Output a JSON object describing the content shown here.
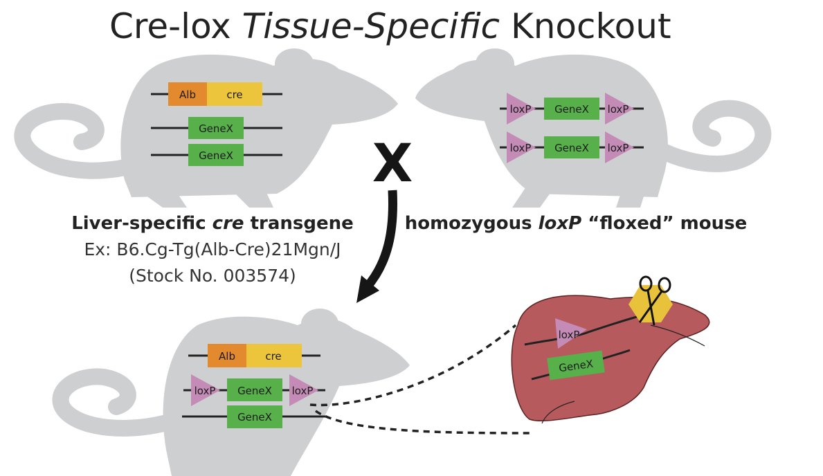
{
  "title": {
    "part1": "Cre-lox ",
    "italic": "Tissue-Specific",
    "part2": " Knockout"
  },
  "cre_mouse": {
    "promoter": "Alb",
    "transgene": "cre",
    "gene1": "GeneX",
    "gene2": "GeneX",
    "caption_bold_1": "Liver-specific ",
    "caption_italic": "cre",
    "caption_bold_2": " transgene",
    "example": "Ex: B6.Cg-Tg(Alb-Cre)21Mgn/J",
    "stock": "(Stock No. 003574)"
  },
  "cross_symbol": "X",
  "floxed_mouse": {
    "loxp": "loxP",
    "gene": "GeneX",
    "caption_bold_1": "homozygous ",
    "caption_italic": "loxP",
    "caption_bold_2": " “floxed” mouse"
  },
  "offspring_mouse": {
    "promoter": "Alb",
    "transgene": "cre",
    "loxp": "loxP",
    "gene_floxed": "GeneX",
    "gene_other": "GeneX"
  },
  "liver": {
    "loxp": "loxP",
    "gene": "GeneX"
  },
  "colors": {
    "mouse": "#cdcfd0",
    "alb": "#e48a2e",
    "cre": "#ecc53d",
    "gene": "#58b04a",
    "loxp": "#c38bb6",
    "liver": "#b65a5d",
    "scissors_bg": "#e9c23b"
  }
}
